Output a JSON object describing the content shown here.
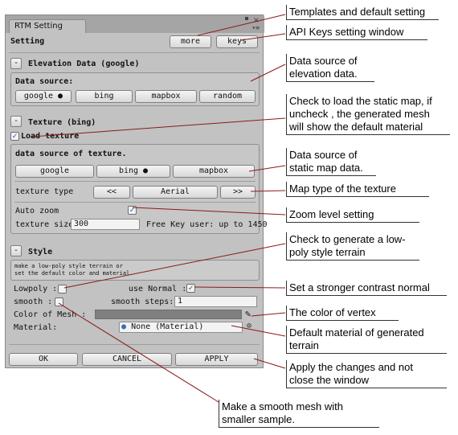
{
  "window": {
    "tab_title": "RTM Setting",
    "close_glyph": "×",
    "menu_glyph": "▾≡"
  },
  "header": {
    "title": "Setting",
    "more_label": "more",
    "keys_label": "keys"
  },
  "elevation": {
    "fold_glyph": "-",
    "title": "Elevation Data (google)",
    "source_label": "Data source:",
    "sources": [
      "google ●",
      "bing",
      "mapbox",
      "random"
    ]
  },
  "texture": {
    "fold_glyph": "-",
    "title": "Texture (bing)",
    "load_label": "Load texture",
    "load_checked": true,
    "source_label": "data source of texture.",
    "sources": [
      "google",
      "bing ●",
      "mapbox"
    ],
    "type_label": "texture type",
    "prev_label": "<<",
    "type_value": "Aerial",
    "next_label": ">>",
    "auto_zoom_label": "Auto zoom",
    "auto_zoom_checked": true,
    "size_label": "texture size",
    "size_value": "300",
    "free_key_note": "Free Key user: up to 1450"
  },
  "style": {
    "fold_glyph": "-",
    "title": "Style",
    "help_line1": "make a low-poly style terrain or",
    "help_line2": " set the default color and material.",
    "lowpoly_label": "Lowpoly :",
    "lowpoly_checked": false,
    "use_normal_label": "use Normal :",
    "use_normal_checked": true,
    "smooth_label": "smooth :",
    "smooth_checked": false,
    "smooth_steps_label": "smooth steps:",
    "smooth_steps_value": "1",
    "color_label": "Color of Mesh :",
    "color_value": "#7f7f7f",
    "material_label": "Material:",
    "material_value": "None (Material)"
  },
  "footer": {
    "ok_label": "OK",
    "cancel_label": "CANCEL",
    "apply_label": "APPLY"
  },
  "callouts": {
    "templates": "Templates and default setting",
    "api_keys": "API Keys setting window",
    "elev_source": "Data source of\nelevation data.",
    "load_static": "Check to load the static map, if\nuncheck , the generated mesh\nwill show the default material",
    "static_source": "Data source of\nstatic map data.",
    "map_type": "Map type of the texture",
    "zoom": "Zoom level setting",
    "lowpoly": "Check to generate a low-\npoly style terrain",
    "normal": "Set a stronger contrast normal",
    "vertex_color": "The color of vertex",
    "default_material": "Default material of generated\nterrain",
    "apply": "Apply the changes and not\nclose the window",
    "smooth": "Make a smooth mesh with\nsmaller sample."
  }
}
